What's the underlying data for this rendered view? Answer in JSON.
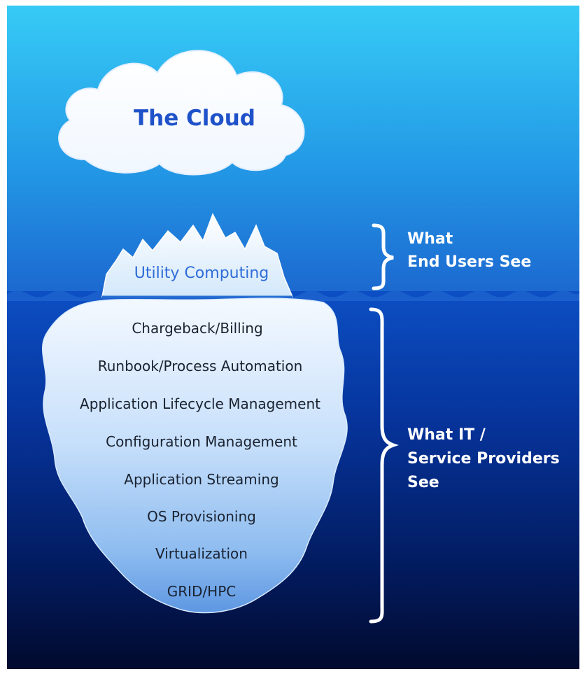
{
  "colors": {
    "sky_top": "#36c8f4",
    "sky_bottom": "#1a5fc4",
    "ocean_top": "#0b4bc0",
    "ocean_bottom": "#010a30",
    "cloud_text": "#1f52c9",
    "tip_text": "#2e6cd8",
    "layer_text": "#1a2230",
    "side_text": "#ffffff"
  },
  "cloud": {
    "icon": "cloud-icon",
    "title": "The Cloud"
  },
  "iceberg": {
    "icon": "iceberg-icon",
    "tip_label": "Utility Computing",
    "layers": [
      "Chargeback/Billing",
      "Runbook/Process Automation",
      "Application Lifecycle Management",
      "Configuration Management",
      "Application Streaming",
      "OS Provisioning",
      "Virtualization",
      "GRID/HPC"
    ]
  },
  "groups": {
    "above": {
      "icon": "curly-brace-icon",
      "lines": [
        "What",
        "End Users See"
      ]
    },
    "below": {
      "icon": "curly-brace-icon",
      "lines": [
        "What IT /",
        "Service Providers",
        "See"
      ]
    }
  }
}
